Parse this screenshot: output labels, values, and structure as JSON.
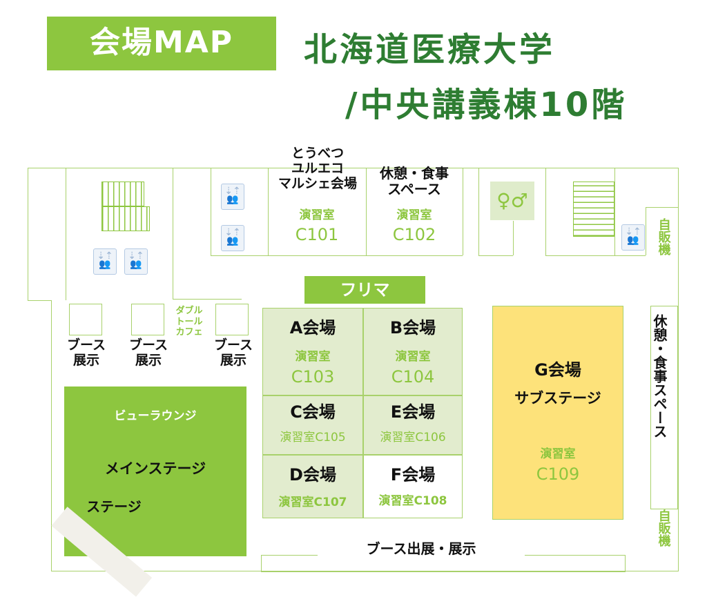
{
  "header": {
    "badge": "会場MAP",
    "title_line1": "北海道医療大学",
    "title_line2": "/中央講義棟10階"
  },
  "rooms": {
    "c101": {
      "event": "とうべつ\nユルエコ\nマルシェ会場",
      "label": "演習室",
      "code": "C101"
    },
    "c102": {
      "event": "休憩・食事\nスペース",
      "label": "演習室",
      "code": "C102"
    },
    "a": {
      "name": "A会場",
      "label": "演習室",
      "code": "C103"
    },
    "b": {
      "name": "B会場",
      "label": "演習室",
      "code": "C104"
    },
    "c": {
      "name": "C会場",
      "label": "演習室C105"
    },
    "e": {
      "name": "E会場",
      "label": "演習室C106"
    },
    "d": {
      "name": "D会場",
      "label": "演習室C107"
    },
    "f": {
      "name": "F会場",
      "label": "演習室C108"
    },
    "g": {
      "name": "G会場",
      "sub": "サブステージ",
      "label": "演習室",
      "code": "C109"
    }
  },
  "areas": {
    "flea": "フリマ",
    "booth1": "ブース\n展示",
    "booth2": "ブース\n展示",
    "booth3": "ブース\n展示",
    "cafe": "ダブル\nトール\nカフェ",
    "lounge": "ビューラウンジ",
    "main_stage": "メインステージ",
    "stage": "ステージ",
    "booth_bottom": "ブース出展・展示",
    "rest_right": "休憩・食事スペース",
    "vending1": "自販機",
    "vending2": "自販機"
  },
  "icons": {
    "elevator": "elevator-icon",
    "restroom": "restroom-icon",
    "stairs": "stairs-icon"
  },
  "colors": {
    "accent": "#8dc63f",
    "title": "#2e7d32",
    "room_fill": "#e2ecce",
    "g_fill": "#fde27a"
  }
}
